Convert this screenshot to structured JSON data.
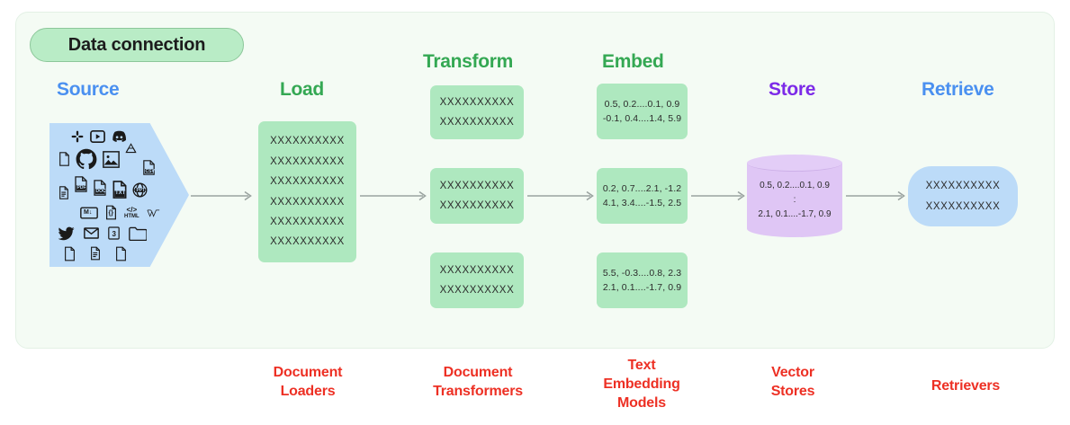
{
  "container": {
    "badge_label": "Data connection",
    "background": "#f4fbf4",
    "badge_fill": "#b9ecc6"
  },
  "colors": {
    "blue": "#4a90f0",
    "green": "#34a853",
    "purple": "#7c2ae8",
    "red": "#ed3024",
    "green_box": "#aee8bf",
    "blue_box": "#bcdbf8",
    "purple_box": "#dfc6f5",
    "arrow": "#9aa3a0"
  },
  "stages": [
    {
      "key": "source",
      "title": "Source",
      "color": "#4a90f0"
    },
    {
      "key": "load",
      "title": "Load",
      "color": "#34a853"
    },
    {
      "key": "transform",
      "title": "Transform",
      "color": "#34a853"
    },
    {
      "key": "embed",
      "title": "Embed",
      "color": "#34a853"
    },
    {
      "key": "store",
      "title": "Store",
      "color": "#7c2ae8"
    },
    {
      "key": "retrieve",
      "title": "Retrieve",
      "color": "#4a90f0"
    }
  ],
  "source": {
    "icon_rows": [
      [
        "slack-icon",
        "youtube-icon",
        "discord-icon"
      ],
      [
        "file-blank-icon",
        "github-icon",
        "image-icon",
        "google-drive-icon",
        "csv-file-icon"
      ],
      [
        "document-lines-icon",
        "pdf-file-icon",
        "doc-file-icon",
        "txt-file-icon",
        "ppt-file-icon"
      ],
      [
        "markdown-icon",
        "json-file-icon",
        "html-icon",
        "wikipedia-icon"
      ],
      [
        "twitter-icon",
        "email-icon",
        "css3-icon",
        "folder-icon"
      ],
      [
        "file-blank-icon",
        "file-text-icon",
        "file-corner-icon"
      ]
    ]
  },
  "load": {
    "lines": [
      "XXXXXXXXXX",
      "XXXXXXXXXX",
      "XXXXXXXXXX",
      "XXXXXXXXXX",
      "XXXXXXXXXX",
      "XXXXXXXXXX"
    ]
  },
  "transform": {
    "boxes": [
      {
        "lines": [
          "XXXXXXXXXX",
          "XXXXXXXXXX"
        ]
      },
      {
        "lines": [
          "XXXXXXXXXX",
          "XXXXXXXXXX"
        ]
      },
      {
        "lines": [
          "XXXXXXXXXX",
          "XXXXXXXXXX"
        ]
      }
    ]
  },
  "embed": {
    "boxes": [
      {
        "lines": [
          "0.5, 0.2....0.1, 0.9",
          "-0.1, 0.4....1.4, 5.9"
        ]
      },
      {
        "lines": [
          "0.2, 0.7....2.1, -1.2",
          "4.1, 3.4....-1.5, 2.5"
        ]
      },
      {
        "lines": [
          "5.5, -0.3....0.8, 2.3",
          "2.1, 0.1....-1.7, 0.9"
        ]
      }
    ]
  },
  "store": {
    "lines": [
      "0.5, 0.2....0.1, 0.9",
      ":",
      "2.1, 0.1....-1.7, 0.9"
    ]
  },
  "retrieve": {
    "lines": [
      "XXXXXXXXXX",
      "XXXXXXXXXX"
    ]
  },
  "captions": [
    {
      "key": "document-loaders",
      "text": "Document\nLoaders"
    },
    {
      "key": "document-transformers",
      "text": "Document\nTransformers"
    },
    {
      "key": "text-embedding-models",
      "text": "Text\nEmbedding\nModels"
    },
    {
      "key": "vector-stores",
      "text": "Vector\nStores"
    },
    {
      "key": "retrievers",
      "text": "Retrievers"
    }
  ]
}
